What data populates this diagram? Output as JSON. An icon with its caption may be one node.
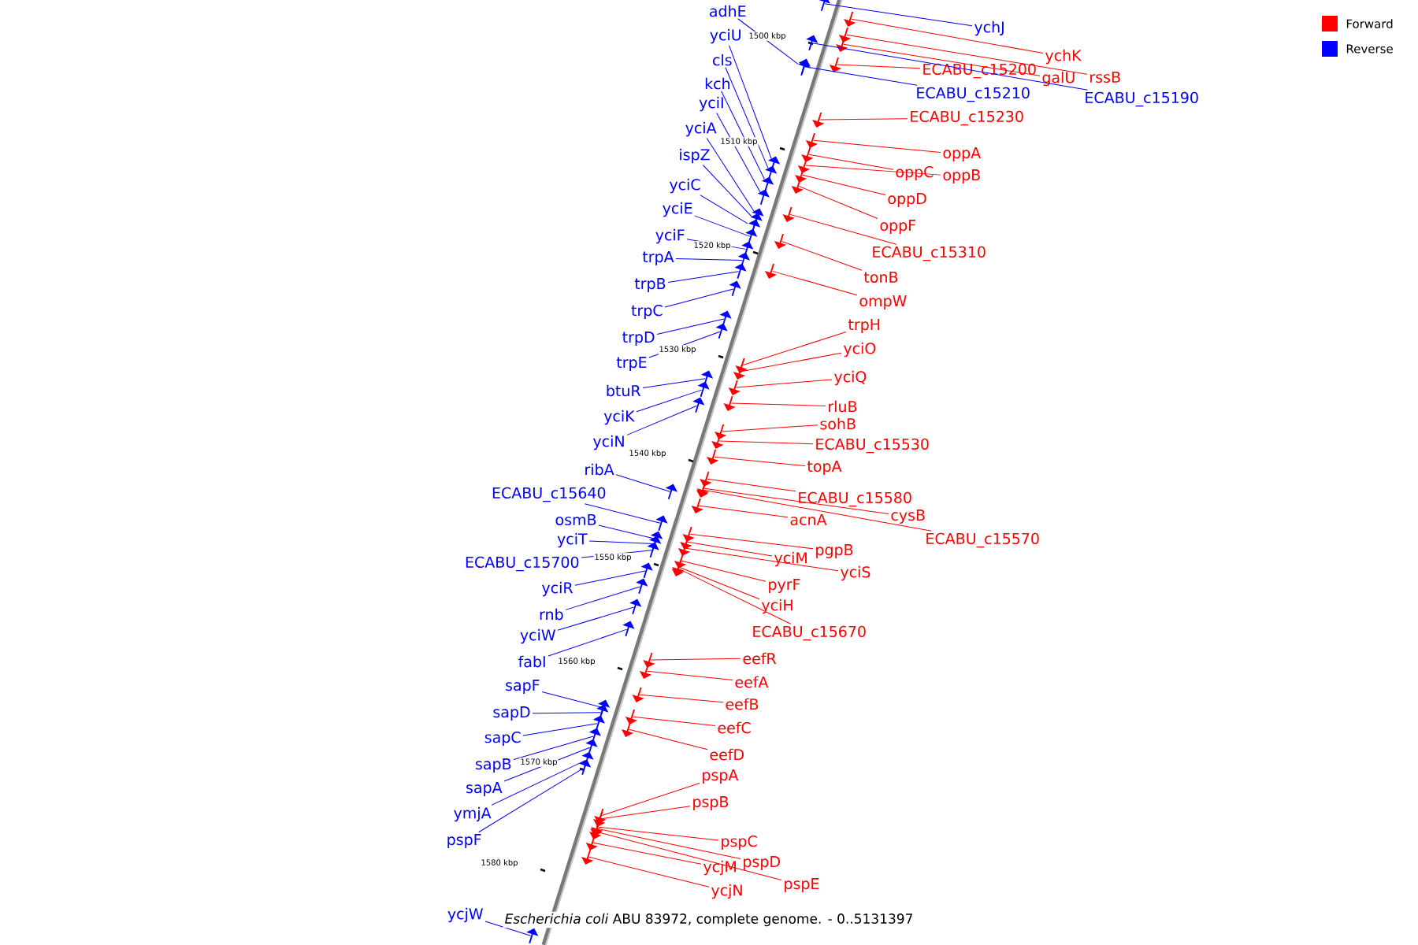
{
  "diagram": {
    "caption": "*Escherichia coli* ABU 83972, complete genome. - 0..5131397",
    "nodes": [
      {
        "text": [
          "adhE"
        ]
      },
      {
        "text": [
          "yciU"
        ]
      },
      {
        "text": [
          "cls"
        ]
      },
      {
        "text": [
          "kch"
        ]
      },
      {
        "text": [
          "yciI"
        ]
      },
      {
        "text": [
          "yciA"
        ]
      },
      {
        "text": [
          "ispZ"
        ]
      },
      {
        "text": [
          "yciC"
        ]
      },
      {
        "text": [
          "yciE"
        ]
      },
      {
        "text": [
          "yciF"
        ]
      },
      {
        "text": [
          "trpA"
        ]
      },
      {
        "text": [
          "trpB"
        ]
      },
      {
        "text": [
          "trpC"
        ]
      },
      {
        "text": [
          "trpD"
        ]
      },
      {
        "text": [
          "trpE"
        ]
      },
      {
        "text": [
          "btuR"
        ]
      },
      {
        "text": [
          "yciK"
        ]
      },
      {
        "text": [
          "yciN"
        ]
      },
      {
        "text": [
          "ribA"
        ]
      },
      {
        "text": [
          "ECABU_c15640"
        ]
      },
      {
        "text": [
          "osmB"
        ]
      },
      {
        "text": [
          "yciT"
        ]
      },
      {
        "text": [
          "ECABU_c15700"
        ]
      },
      {
        "text": [
          "yciR"
        ]
      },
      {
        "text": [
          "rnb"
        ]
      },
      {
        "text": [
          "yciW"
        ]
      },
      {
        "text": [
          "fabI"
        ]
      },
      {
        "text": [
          "sapF"
        ]
      },
      {
        "text": [
          "sapD"
        ]
      },
      {
        "text": [
          "sapC"
        ]
      },
      {
        "text": [
          "sapB"
        ]
      },
      {
        "text": [
          "sapA"
        ]
      },
      {
        "text": [
          "ymjA"
        ]
      },
      {
        "text": [
          "pspF"
        ]
      },
      {
        "text": [
          "ycjW"
        ]
      },
      {
        "text": [
          "ychJ"
        ]
      },
      {
        "text": [
          "ychK"
        ]
      },
      {
        "text": [
          "rssB"
        ]
      },
      {
        "text": [
          "galU"
        ]
      },
      {
        "text": [
          "ECABU_c15200"
        ]
      },
      {
        "text": [
          "ECABU_c15210"
        ]
      },
      {
        "text": [
          "ECABU_c15190"
        ]
      },
      {
        "text": [
          "ECABU_c15230"
        ]
      },
      {
        "text": [
          "oppA"
        ]
      },
      {
        "text": [
          "oppC"
        ]
      },
      {
        "text": [
          "oppB"
        ]
      },
      {
        "text": [
          "oppD"
        ]
      },
      {
        "text": [
          "oppF"
        ]
      },
      {
        "text": [
          "ECABU_c15310"
        ]
      },
      {
        "text": [
          "tonB"
        ]
      },
      {
        "text": [
          "ompW"
        ]
      },
      {
        "text": [
          "trpH"
        ]
      },
      {
        "text": [
          "yciO"
        ]
      },
      {
        "text": [
          "yciQ"
        ]
      },
      {
        "text": [
          "rluB"
        ]
      },
      {
        "text": [
          "sohB"
        ]
      },
      {
        "text": [
          "ECABU_c15530"
        ]
      },
      {
        "text": [
          "topA"
        ]
      },
      {
        "text": [
          "ECABU_c15580"
        ]
      },
      {
        "text": [
          "cysB"
        ]
      },
      {
        "text": [
          "ECABU_c15570"
        ]
      },
      {
        "text": [
          "acnA"
        ]
      },
      {
        "text": [
          "pgpB"
        ]
      },
      {
        "text": [
          "yciM"
        ]
      },
      {
        "text": [
          "yciS"
        ]
      },
      {
        "text": [
          "pyrF"
        ]
      },
      {
        "text": [
          "yciH"
        ]
      },
      {
        "text": [
          "ECABU_c15670"
        ]
      },
      {
        "text": [
          "eefR"
        ]
      },
      {
        "text": [
          "eefA"
        ]
      },
      {
        "text": [
          "eefB"
        ]
      },
      {
        "text": [
          "eefC"
        ]
      },
      {
        "text": [
          "eefD"
        ]
      },
      {
        "text": [
          "pspA"
        ]
      },
      {
        "text": [
          "pspB"
        ]
      },
      {
        "text": [
          "pspC"
        ]
      },
      {
        "text": [
          "pspD"
        ]
      },
      {
        "text": [
          "pspE"
        ]
      },
      {
        "text": [
          "ycjM"
        ]
      },
      {
        "text": [
          "ycjN"
        ]
      },
      {
        "text": [],
        "shape": "arrow"
      },
      {
        "text": [],
        "shape": "arrow"
      },
      {
        "text": [],
        "shape": "arrow"
      },
      {
        "text": [],
        "shape": "arrow"
      },
      {
        "text": [],
        "shape": "arrow"
      },
      {
        "text": [],
        "shape": "arrow"
      },
      {
        "text": [],
        "shape": "arrow"
      },
      {
        "text": [],
        "shape": "arrow"
      },
      {
        "text": [],
        "shape": "arrow"
      },
      {
        "text": [],
        "shape": "arrow"
      },
      {
        "text": [],
        "shape": "arrow"
      },
      {
        "text": [],
        "shape": "arrow"
      },
      {
        "text": [],
        "shape": "arrow"
      },
      {
        "text": [],
        "shape": "arrow"
      },
      {
        "text": [],
        "shape": "arrow"
      },
      {
        "text": [],
        "shape": "arrow"
      },
      {
        "text": [],
        "shape": "arrow"
      },
      {
        "text": [],
        "shape": "arrow"
      },
      {
        "text": [],
        "shape": "arrow"
      },
      {
        "text": [],
        "shape": "arrow"
      },
      {
        "text": [],
        "shape": "arrow"
      },
      {
        "text": [],
        "shape": "arrow"
      },
      {
        "text": [],
        "shape": "arrow"
      },
      {
        "text": [],
        "shape": "arrow"
      },
      {
        "text": [],
        "shape": "arrow"
      },
      {
        "text": [],
        "shape": "arrow"
      },
      {
        "text": [],
        "shape": "arrow"
      },
      {
        "text": [],
        "shape": "arrow"
      },
      {
        "text": [],
        "shape": "arrow"
      },
      {
        "text": [],
        "shape": "arrow"
      },
      {
        "text": [],
        "shape": "arrow"
      },
      {
        "text": [],
        "shape": "arrow"
      },
      {
        "text": [],
        "shape": "arrow"
      },
      {
        "text": [],
        "shape": "arrow"
      },
      {
        "text": [],
        "shape": "arrow"
      },
      {
        "text": [],
        "shape": "arrow"
      },
      {
        "text": [],
        "shape": "arrow"
      },
      {
        "text": [],
        "shape": "arrow"
      },
      {
        "text": [],
        "shape": "arrow"
      },
      {
        "text": [],
        "shape": "arrow"
      },
      {
        "text": [],
        "shape": "arrow"
      },
      {
        "text": [],
        "shape": "arrow"
      },
      {
        "text": [],
        "shape": "arrow"
      },
      {
        "text": [],
        "shape": "arrow"
      },
      {
        "text": [],
        "shape": "arrow"
      },
      {
        "text": [],
        "shape": "arrow"
      },
      {
        "text": [],
        "shape": "arrow"
      },
      {
        "text": [],
        "shape": "arrow"
      },
      {
        "text": [],
        "shape": "arrow"
      },
      {
        "text": [],
        "shape": "arrow"
      },
      {
        "text": [],
        "shape": "arrow"
      },
      {
        "text": [],
        "shape": "arrow"
      },
      {
        "text": [],
        "shape": "arrow"
      },
      {
        "text": [],
        "shape": "arrow"
      },
      {
        "text": [],
        "shape": "arrow"
      },
      {
        "text": [],
        "shape": "arrow"
      },
      {
        "text": [],
        "shape": "arrow"
      },
      {
        "text": [],
        "shape": "arrow"
      },
      {
        "text": [],
        "shape": "arrow"
      },
      {
        "text": [],
        "shape": "arrow"
      },
      {
        "text": [],
        "shape": "arrow"
      },
      {
        "text": [],
        "shape": "arrow"
      },
      {
        "text": [],
        "shape": "arrow"
      },
      {
        "text": [],
        "shape": "arrow"
      },
      {
        "text": [],
        "shape": "arrow"
      },
      {
        "text": [],
        "shape": "arrow"
      },
      {
        "text": [],
        "shape": "arrow"
      },
      {
        "text": [],
        "shape": "arrow"
      },
      {
        "text": [],
        "shape": "arrow"
      },
      {
        "text": [],
        "shape": "arrow"
      },
      {
        "text": [],
        "shape": "arrow"
      },
      {
        "text": [],
        "shape": "arrow"
      },
      {
        "text": [],
        "shape": "arrow"
      },
      {
        "text": [],
        "shape": "arrow"
      },
      {
        "text": [],
        "shape": "arrow"
      },
      {
        "text": [],
        "shape": "arrow"
      },
      {
        "text": [],
        "shape": "arrow"
      },
      {
        "text": [],
        "shape": "arrow"
      },
      {
        "text": [],
        "shape": "arrow"
      },
      {
        "text": [],
        "shape": "arrow"
      }
    ],
    "edges": [
      {
        "from": 0,
        "to": 80,
        "arrow": "none",
        "color": "#0000ff"
      },
      {
        "from": 1,
        "to": 81,
        "arrow": "none",
        "color": "#0000ff"
      },
      {
        "from": 2,
        "to": 82,
        "arrow": "none",
        "color": "#0000ff"
      },
      {
        "from": 3,
        "to": 83,
        "arrow": "none",
        "color": "#0000ff"
      },
      {
        "from": 4,
        "to": 84,
        "arrow": "none",
        "color": "#0000ff"
      },
      {
        "from": 5,
        "to": 85,
        "arrow": "none",
        "color": "#0000ff"
      },
      {
        "from": 6,
        "to": 86,
        "arrow": "none",
        "color": "#0000ff"
      },
      {
        "from": 7,
        "to": 87,
        "arrow": "none",
        "color": "#0000ff"
      },
      {
        "from": 8,
        "to": 88,
        "arrow": "none",
        "color": "#0000ff"
      },
      {
        "from": 9,
        "to": 89,
        "arrow": "none",
        "color": "#0000ff"
      },
      {
        "from": 10,
        "to": 90,
        "arrow": "none",
        "color": "#0000ff"
      },
      {
        "from": 11,
        "to": 91,
        "arrow": "none",
        "color": "#0000ff"
      },
      {
        "from": 12,
        "to": 92,
        "arrow": "none",
        "color": "#0000ff"
      },
      {
        "from": 13,
        "to": 93,
        "arrow": "none",
        "color": "#0000ff"
      },
      {
        "from": 14,
        "to": 94,
        "arrow": "none",
        "color": "#0000ff"
      },
      {
        "from": 15,
        "to": 95,
        "arrow": "none",
        "color": "#0000ff"
      },
      {
        "from": 16,
        "to": 96,
        "arrow": "none",
        "color": "#0000ff"
      },
      {
        "from": 17,
        "to": 97,
        "arrow": "none",
        "color": "#0000ff"
      },
      {
        "from": 18,
        "to": 98,
        "arrow": "none",
        "color": "#0000ff"
      },
      {
        "from": 19,
        "to": 99,
        "arrow": "none",
        "color": "#0000ff"
      },
      {
        "from": 20,
        "to": 100,
        "arrow": "none",
        "color": "#0000ff"
      },
      {
        "from": 21,
        "to": 101,
        "arrow": "none",
        "color": "#0000ff"
      },
      {
        "from": 22,
        "to": 102,
        "arrow": "none",
        "color": "#0000ff"
      },
      {
        "from": 23,
        "to": 103,
        "arrow": "none",
        "color": "#0000ff"
      },
      {
        "from": 24,
        "to": 104,
        "arrow": "none",
        "color": "#0000ff"
      },
      {
        "from": 25,
        "to": 105,
        "arrow": "none",
        "color": "#0000ff"
      },
      {
        "from": 26,
        "to": 106,
        "arrow": "none",
        "color": "#0000ff"
      },
      {
        "from": 27,
        "to": 107,
        "arrow": "none",
        "color": "#0000ff"
      },
      {
        "from": 28,
        "to": 108,
        "arrow": "none",
        "color": "#0000ff"
      },
      {
        "from": 29,
        "to": 109,
        "arrow": "none",
        "color": "#0000ff"
      },
      {
        "from": 30,
        "to": 110,
        "arrow": "none",
        "color": "#0000ff"
      },
      {
        "from": 31,
        "to": 111,
        "arrow": "none",
        "color": "#0000ff"
      },
      {
        "from": 32,
        "to": 112,
        "arrow": "none",
        "color": "#0000ff"
      },
      {
        "from": 33,
        "to": 113,
        "arrow": "none",
        "color": "#0000ff"
      },
      {
        "from": 34,
        "to": 114,
        "arrow": "none",
        "color": "#0000ff"
      },
      {
        "from": 35,
        "to": 115,
        "arrow": "none",
        "color": "#0000ff"
      },
      {
        "from": 36,
        "to": 116,
        "arrow": "none"
      },
      {
        "from": 37,
        "to": 117,
        "arrow": "none"
      },
      {
        "from": 38,
        "to": 118,
        "arrow": "none"
      },
      {
        "from": 39,
        "to": 119,
        "arrow": "none"
      },
      {
        "from": 40,
        "to": 120,
        "arrow": "none",
        "color": "#0000ff"
      },
      {
        "from": 41,
        "to": 121,
        "arrow": "none",
        "color": "#0000ff"
      },
      {
        "from": 42,
        "to": 122,
        "arrow": "none"
      },
      {
        "from": 43,
        "to": 123,
        "arrow": "none"
      },
      {
        "from": 44,
        "to": 124,
        "arrow": "none"
      },
      {
        "from": 45,
        "to": 125,
        "arrow": "none"
      },
      {
        "from": 46,
        "to": 126,
        "arrow": "none"
      },
      {
        "from": 47,
        "to": 127,
        "arrow": "none"
      },
      {
        "from": 48,
        "to": 128,
        "arrow": "none"
      },
      {
        "from": 49,
        "to": 129,
        "arrow": "none"
      },
      {
        "from": 50,
        "to": 130,
        "arrow": "none"
      },
      {
        "from": 51,
        "to": 131,
        "arrow": "none"
      },
      {
        "from": 52,
        "to": 132,
        "arrow": "none"
      },
      {
        "from": 53,
        "to": 133,
        "arrow": "none"
      },
      {
        "from": 54,
        "to": 134,
        "arrow": "none"
      },
      {
        "from": 55,
        "to": 135,
        "arrow": "none"
      },
      {
        "from": 56,
        "to": 136,
        "arrow": "none"
      },
      {
        "from": 57,
        "to": 137,
        "arrow": "none"
      },
      {
        "from": 58,
        "to": 138,
        "arrow": "none"
      },
      {
        "from": 59,
        "to": 139,
        "arrow": "none"
      },
      {
        "from": 60,
        "to": 140,
        "arrow": "none"
      },
      {
        "from": 61,
        "to": 141,
        "arrow": "none"
      },
      {
        "from": 62,
        "to": 142,
        "arrow": "none"
      },
      {
        "from": 63,
        "to": 143,
        "arrow": "none"
      },
      {
        "from": 64,
        "to": 144,
        "arrow": "none"
      },
      {
        "from": 65,
        "to": 145,
        "arrow": "none"
      },
      {
        "from": 66,
        "to": 146,
        "arrow": "none"
      },
      {
        "from": 67,
        "to": 147,
        "arrow": "none"
      },
      {
        "from": 68,
        "to": 148,
        "arrow": "none"
      },
      {
        "from": 69,
        "to": 149,
        "arrow": "none"
      },
      {
        "from": 70,
        "to": 150,
        "arrow": "none"
      },
      {
        "from": 71,
        "to": 151,
        "arrow": "none"
      },
      {
        "from": 72,
        "to": 152,
        "arrow": "none"
      },
      {
        "from": 73,
        "to": 153,
        "arrow": "none"
      },
      {
        "from": 74,
        "to": 154,
        "arrow": "none"
      },
      {
        "from": 75,
        "to": 155,
        "arrow": "none"
      },
      {
        "from": 76,
        "to": 156,
        "arrow": "none"
      },
      {
        "from": 77,
        "to": 157,
        "arrow": "none"
      },
      {
        "from": 78,
        "to": 158,
        "arrow": "none"
      },
      {
        "from": 79,
        "to": 159,
        "arrow": "none"
      }
    ],
    "labels": [
      "1500 kbp",
      "1510 kbp",
      "1520 kbp",
      "1530 kbp",
      "1540 kbp",
      "1550 kbp",
      "1560 kbp",
      "1570 kbp",
      "1580 kbp"
    ],
    "legend": [
      {
        "text": "Forward",
        "color": "#ff0000"
      },
      {
        "text": "Reverse",
        "color": "#0000ff"
      }
    ]
  }
}
